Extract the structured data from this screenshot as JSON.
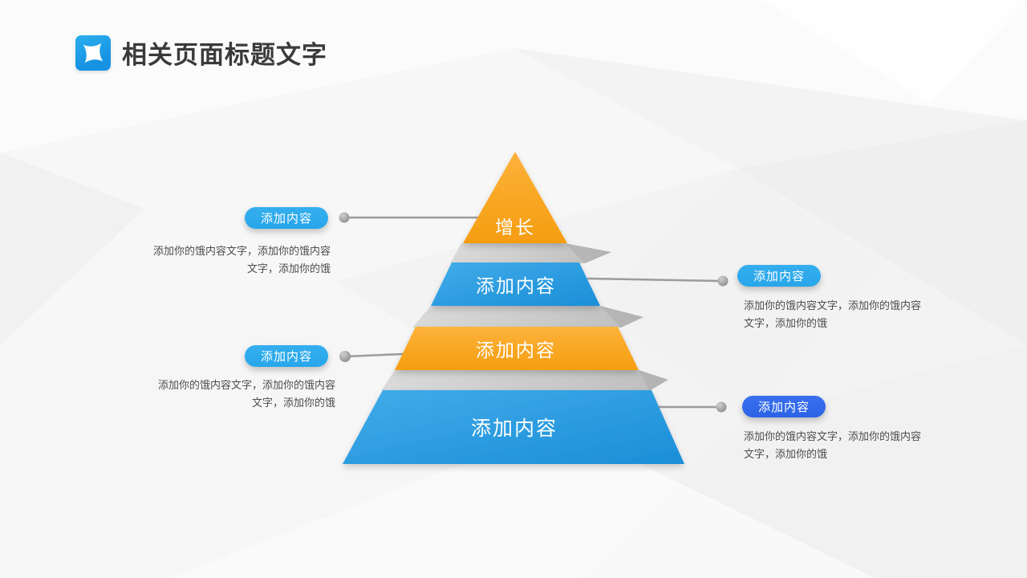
{
  "header": {
    "title": "相关页面标题文字",
    "icon": "star-badge-icon"
  },
  "pyramid": {
    "levels": [
      {
        "id": "level-1-top",
        "label": "增长",
        "color": "orange"
      },
      {
        "id": "level-2",
        "label": "添加内容",
        "color": "blue"
      },
      {
        "id": "level-3",
        "label": "添加内容",
        "color": "orange"
      },
      {
        "id": "level-4-base",
        "label": "添加内容",
        "color": "blue"
      }
    ]
  },
  "callouts": [
    {
      "side": "left",
      "links_to": "level-1-top",
      "pill_label": "添加内容",
      "line1": "添加你的饿内容文字，添加你的饿内容",
      "line2": "文字，添加你的饿"
    },
    {
      "side": "right",
      "links_to": "level-2",
      "pill_label": "添加内容",
      "line1": "添加你的饿内容文字，添加你的饿内容",
      "line2": "文字，添加你的饿"
    },
    {
      "side": "left",
      "links_to": "level-3",
      "pill_label": "添加内容",
      "line1": "添加你的饿内容文字，添加你的饿内容",
      "line2": "文字，添加你的饿"
    },
    {
      "side": "right",
      "links_to": "level-4-base",
      "pill_label": "添加内容",
      "line1": "添加你的饿内容文字，添加你的饿内容",
      "line2": "文字，添加你的饿"
    }
  ],
  "colors": {
    "accent_orange": "#f8a41b",
    "accent_blue": "#2b9fe2",
    "pill_blue": "#27a6ea",
    "pill_royal_blue": "#2b63e6",
    "icon_blue": "#1793e3",
    "connector_gray": "#9b9b9b",
    "fold_gray": "#c6c6c6",
    "title_color": "#3a3a3a",
    "body_text_color": "#4d4d4d",
    "background": "#f3f3f4"
  }
}
